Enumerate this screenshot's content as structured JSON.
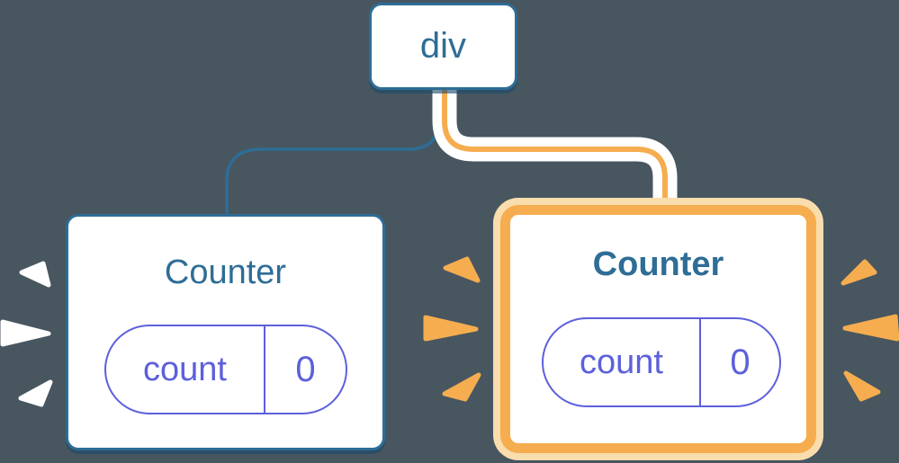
{
  "colors": {
    "blue": "#2E6D96",
    "purple": "#5C60DB",
    "orange": "#F6AD4F",
    "cream": "#FADDAD",
    "bg": "#485660",
    "card": "#FFFFFF"
  },
  "root_node": {
    "label": "div"
  },
  "left_counter": {
    "title": "Counter",
    "state_pill": {
      "name": "count",
      "value": "0"
    }
  },
  "right_counter": {
    "title": "Counter",
    "state_pill": {
      "name": "count",
      "value": "0"
    }
  }
}
